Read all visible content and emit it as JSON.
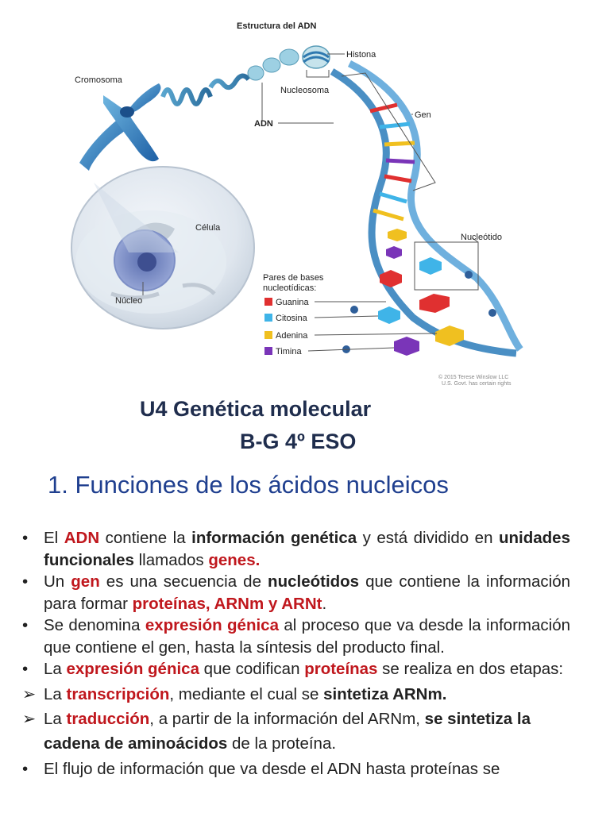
{
  "diagram": {
    "title": "Estructura del ADN",
    "labels": {
      "histona": "Histona",
      "cromosoma": "Cromosoma",
      "nucleosoma": "Nucleosoma",
      "adn": "ADN",
      "gen": "Gen",
      "celula": "Célula",
      "nucleotido": "Nucleótido",
      "nucleo": "Núcleo"
    },
    "legend": {
      "title_line1": "Pares de bases",
      "title_line2": "nucleotídicas:",
      "items": [
        {
          "label": "Guanina",
          "color": "#e03030"
        },
        {
          "label": "Citosina",
          "color": "#3fb4e8"
        },
        {
          "label": "Adenina",
          "color": "#f0c020"
        },
        {
          "label": "Timina",
          "color": "#7a35b8"
        }
      ]
    },
    "copyright_line1": "© 2015 Terese Winslow LLC",
    "copyright_line2": "U.S. Govt. has certain rights"
  },
  "header": {
    "unit_title": "U4   Genética molecular",
    "unit_sub": "B-G 4º ESO"
  },
  "section_title": "1. Funciones de los ácidos nucleicos",
  "bullets": {
    "b1": {
      "t1": "El ",
      "t2": "ADN",
      "t3": " contiene la ",
      "t4": "información genética",
      "t5": " y está dividido en ",
      "t6": "unidades funcionales",
      "t7": " llamados ",
      "t8": "genes."
    },
    "b2": {
      "t1": "Un ",
      "t2": "gen",
      "t3": " es una secuencia de ",
      "t4": "nucleótidos",
      "t5": " que contiene la información para formar ",
      "t6": "proteínas, ARNm y ARNt",
      "t7": "."
    },
    "b3": {
      "t1": "Se denomina ",
      "t2": "expresión génica",
      "t3": " al proceso que va desde la información que contiene el gen, hasta la síntesis del producto final."
    },
    "b4": {
      "t1": "La ",
      "t2": "expresión génica",
      "t3": " que codifican ",
      "t4": "proteínas",
      "t5": " se realiza en dos etapas:"
    },
    "s1": {
      "t1": "La ",
      "t2": "transcripción",
      "t3": ", mediante el cual se ",
      "t4": "sintetiza ARNm."
    },
    "s2": {
      "t1": "La ",
      "t2": "traducción",
      "t3": ", a partir de la información del ARNm, ",
      "t4": "se sintetiza la cadena de aminoácidos",
      "t5": " de la proteína."
    },
    "b5": {
      "t1": "El flujo de información que va desde el ADN hasta proteínas se"
    }
  },
  "markers": {
    "bullet": "•",
    "arrow": "➢"
  }
}
